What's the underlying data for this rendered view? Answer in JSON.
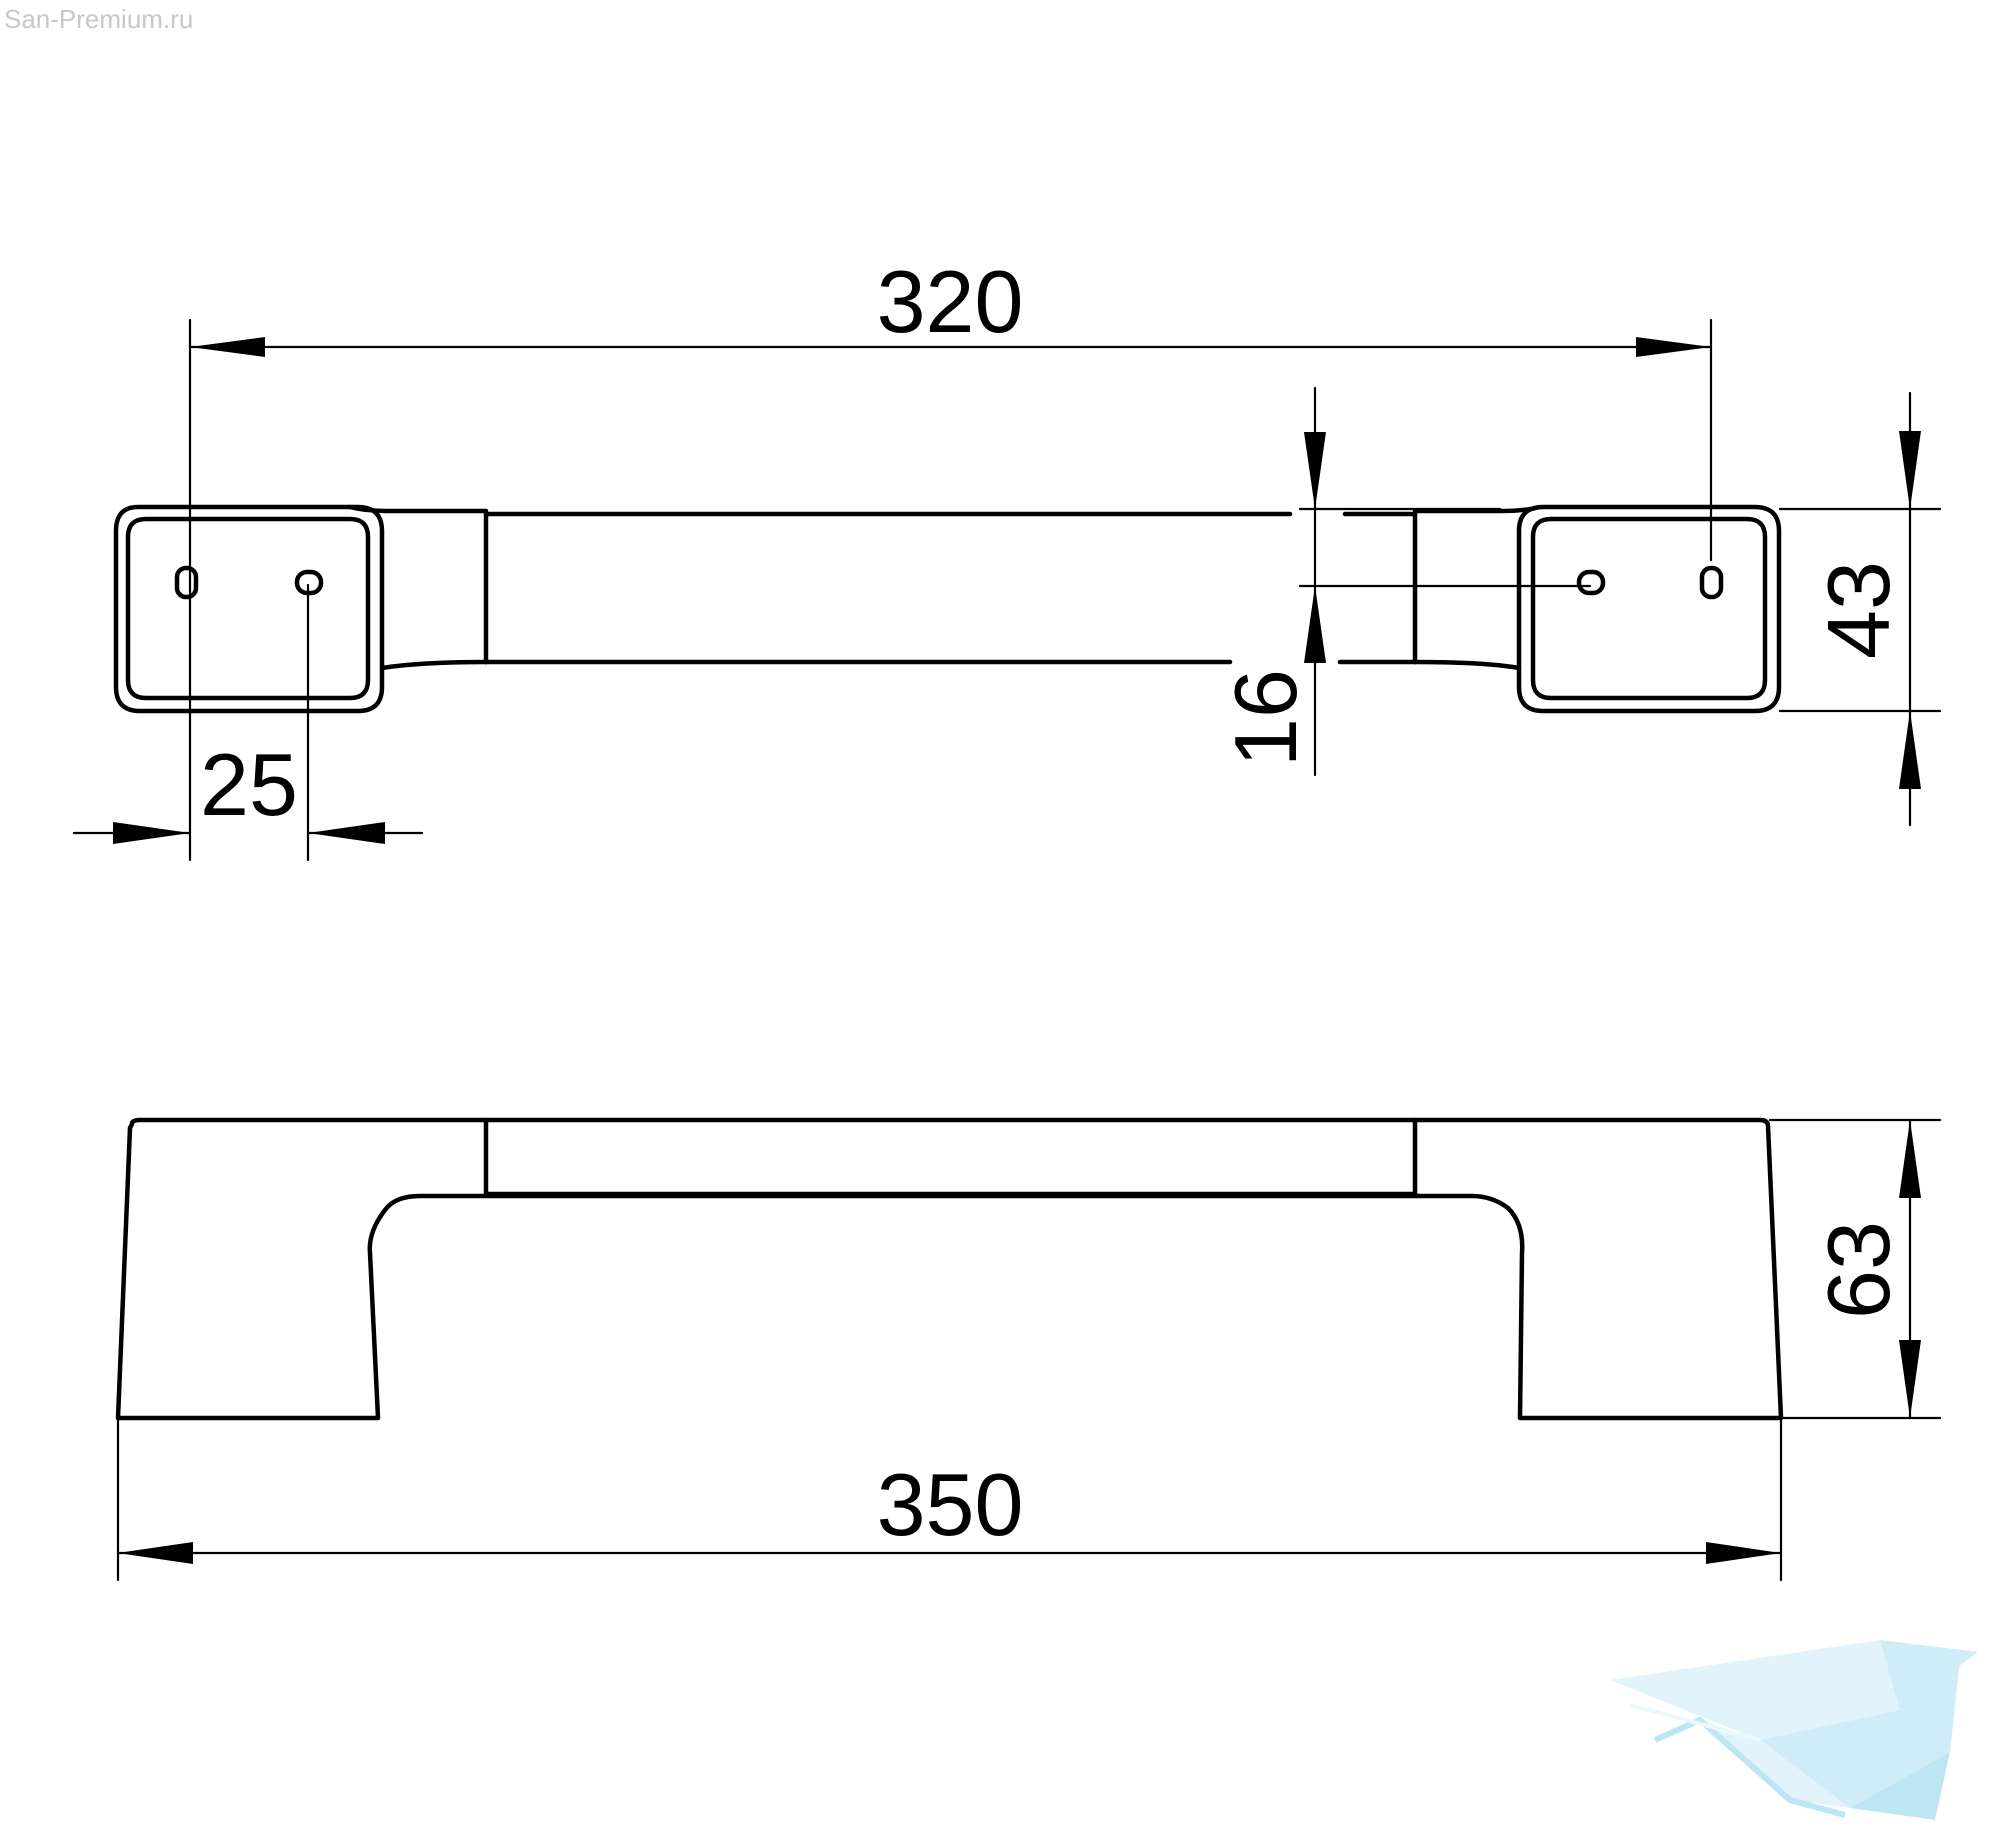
{
  "watermark": "San-Premium.ru",
  "dimensions": {
    "top_length": "320",
    "hole_offset": "25",
    "bar_thickness": "16",
    "depth": "43",
    "height": "63",
    "total_length": "350"
  },
  "colors": {
    "line": "#000000",
    "background": "#ffffff",
    "watermark_text": "#c8c8c8",
    "logo": "#bfe6f5"
  },
  "icons": [
    "san-premium-logo-icon"
  ]
}
